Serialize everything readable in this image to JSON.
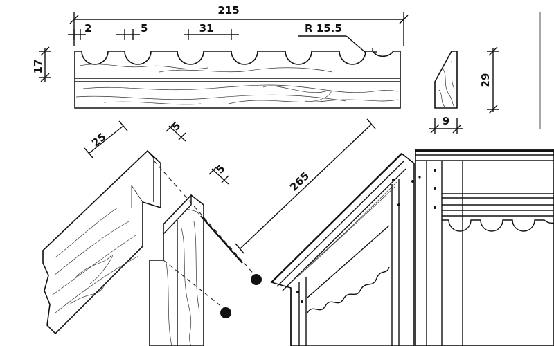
{
  "dimensions": {
    "overall_length": "215",
    "edge_gap": "2",
    "notch_gap": "5",
    "notch_width": "31",
    "radius": "R 15.5",
    "board_height": "17",
    "profile_height": "29",
    "profile_width": "9",
    "tenon_length": "25",
    "tenon_offset_a": "5",
    "tenon_offset_b": "5",
    "diagonal_length": "265"
  }
}
